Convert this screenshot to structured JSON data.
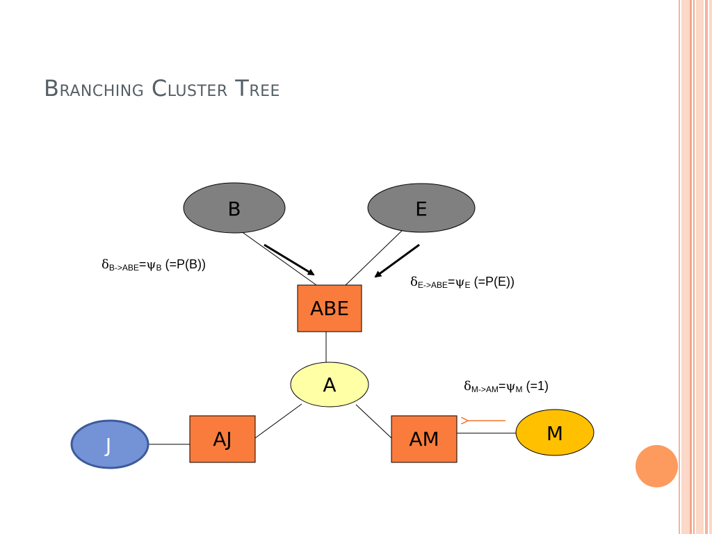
{
  "title": "Branching Cluster Tree",
  "nodes": {
    "B": "B",
    "E": "E",
    "ABE": "ABE",
    "A": "A",
    "AJ": "AJ",
    "AM": "AM",
    "J": "J",
    "M": "M"
  },
  "labels": {
    "b_msg": {
      "delta": "δ",
      "sub1": "B->ABE",
      "eq": "=",
      "psi": "ψ",
      "sub2": "B",
      "tail": " (=P(B))"
    },
    "e_msg": {
      "delta": "δ",
      "sub1": "E->ABE",
      "eq": "=",
      "psi": "ψ",
      "sub2": "E",
      "tail": " (=P(E))"
    },
    "m_msg": {
      "delta": "δ",
      "sub1": "M->AM",
      "eq": "=",
      "psi": "ψ",
      "sub2": "M",
      "tail": " (=1)"
    }
  },
  "colors": {
    "gray_node": "#808080",
    "orange_box": "#f97c3c",
    "yellow_node": "#ffffa6",
    "blue_node": "#7393d6",
    "gold_node": "#ffc000",
    "arrow_orange": "#f4732c"
  }
}
